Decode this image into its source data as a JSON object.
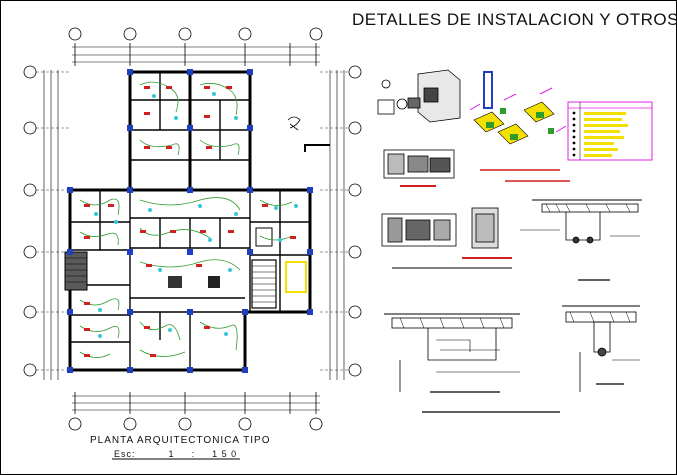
{
  "sheet": {
    "title": "DETALLES DE INSTALACION Y OTROS .",
    "plan_title": "PLANTA ARQUITECTONICA TIPO",
    "scale_label": "Esc:",
    "scale_value_1": "1",
    "scale_colon": ":",
    "scale_value_2": "1 5 0"
  },
  "colors": {
    "line": "#000000",
    "column": "#1f3fbf",
    "wire_green": "#2e9b2e",
    "fixture_red": "#d21f1f",
    "node_cyan": "#36c6d8",
    "yellow": "#f4e000",
    "magenta": "#e020e0",
    "stair_gray": "#5a5a5a"
  }
}
